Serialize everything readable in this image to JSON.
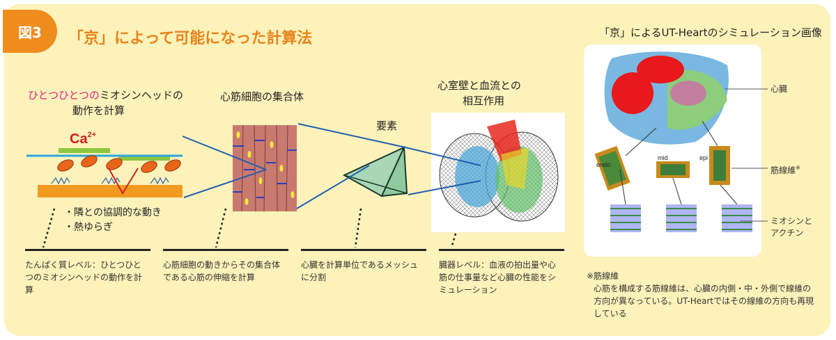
{
  "figure": {
    "badge": "図3",
    "title": "「京」によって可能になった計算法"
  },
  "sections": {
    "myosin": {
      "title_accent": "ひとつひとつの",
      "title_rest": "ミオシンヘッドの",
      "title_line2": "動作を計算",
      "ca_label": "Ca",
      "ca_sup": "2+",
      "bullet1": "・隣との協調的な動き",
      "bullet2": "・熱ゆらぎ",
      "caption": "たんぱく質レベル：ひとつひとつのミオシンヘッドの動作を計算"
    },
    "cells": {
      "title": "心筋細胞の集合体",
      "caption": "心筋細胞の動きからその集合体である心筋の伸縮を計算"
    },
    "element": {
      "title": "要素",
      "caption": "心臓を計算単位であるメッシュに分割"
    },
    "interaction": {
      "title_line1": "心室壁と血流との",
      "title_line2": "相互作用",
      "caption": "臓器レベル：血液の拍出量や心筋の仕事量など心臓の性能をシミュレーション"
    }
  },
  "simulation": {
    "title": "「京」によるUT-Heartのシミュレーション画像",
    "labels": {
      "heart": "心臓",
      "fiber": "筋線維",
      "fiber_mark": "※",
      "myosin_line1": "ミオシンと",
      "myosin_line2": "アクチン",
      "endo": "endo",
      "mid": "mid",
      "epi": "epi"
    }
  },
  "footnote": {
    "title": "※筋線維",
    "text": "心筋を構成する筋線維は、心臓の内側・中・外側で線維の方向が異なっている。UT-Heartではその線維の方向も再現している"
  },
  "colors": {
    "panel": "#fcf2ba",
    "accent_orange": "#ef8c1e",
    "accent_pink": "#e0217e",
    "connector_blue": "#1f5fb3"
  }
}
